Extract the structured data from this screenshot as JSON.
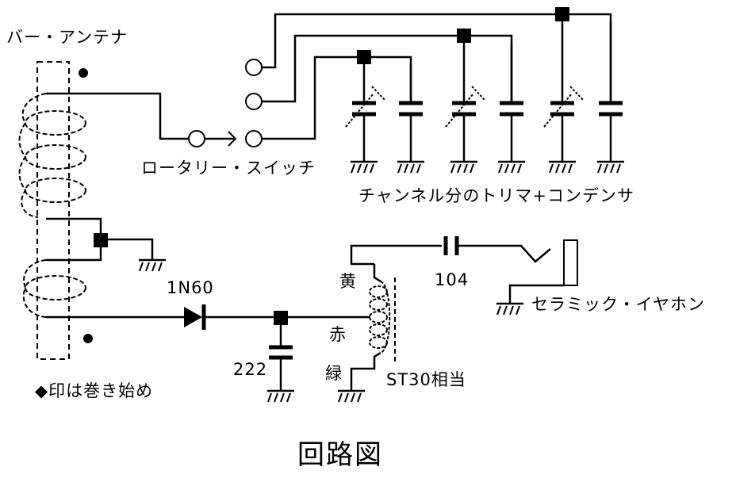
{
  "diagram": {
    "title": "回路図",
    "labels": {
      "bar_antenna": "バー・アンテナ",
      "rotary_switch": "ロータリー・スイッチ",
      "trimmer_note": "チャンネル分のトリマ+コンデンサ",
      "diode": "1N60",
      "cap_222": "222",
      "cap_104": "104",
      "yellow": "黄",
      "red": "赤",
      "green": "緑",
      "transformer": "ST30相当",
      "earphone": "セラミック・イヤホン",
      "winding_note": "◆印は巻き始め"
    },
    "components": [
      {
        "id": "bar-antenna",
        "type": "ferrite-bar-antenna",
        "label": "バー・アンテナ"
      },
      {
        "id": "rotary-switch",
        "type": "rotary-switch",
        "positions": 3,
        "label": "ロータリー・スイッチ"
      },
      {
        "id": "trimmer-1",
        "type": "trimmer-capacitor"
      },
      {
        "id": "cap-1",
        "type": "capacitor"
      },
      {
        "id": "trimmer-2",
        "type": "trimmer-capacitor"
      },
      {
        "id": "cap-2",
        "type": "capacitor"
      },
      {
        "id": "trimmer-3",
        "type": "trimmer-capacitor"
      },
      {
        "id": "cap-3",
        "type": "capacitor"
      },
      {
        "id": "diode",
        "type": "diode",
        "label": "1N60"
      },
      {
        "id": "cap-222",
        "type": "capacitor",
        "label": "222"
      },
      {
        "id": "transformer",
        "type": "transformer",
        "label": "ST30相当",
        "leads": [
          "黄",
          "赤",
          "緑"
        ]
      },
      {
        "id": "cap-104",
        "type": "capacitor",
        "label": "104"
      },
      {
        "id": "earphone",
        "type": "ceramic-earphone",
        "label": "セラミック・イヤホン"
      }
    ]
  }
}
